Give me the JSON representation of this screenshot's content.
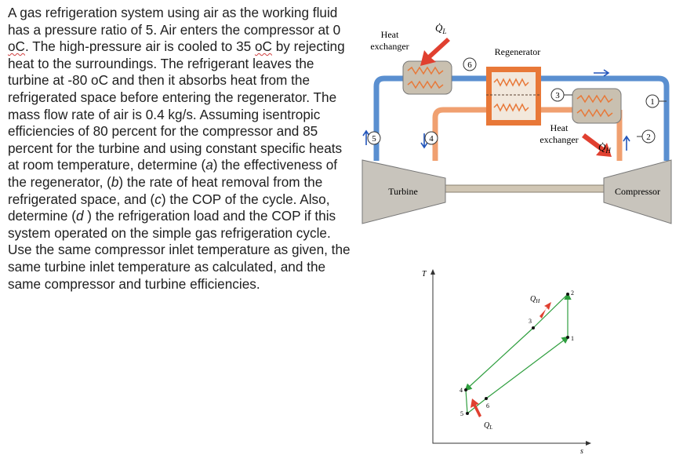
{
  "problem": {
    "text": [
      "A gas refrigeration system using air as the working fluid has a pressure ratio of 5. Air enters the compressor at 0 ",
      "oC",
      ". The high-pressure air is cooled to 35 ",
      "oC",
      " by rejecting heat to the surroundings. The refrigerant leaves the turbine at -80 oC and then it absorbs heat from the refrigerated space before entering the regenerator. The mass flow rate of air is 0.4 kg/s. Assuming isentropic efficiencies of 80 percent for the compressor and 85 percent for the turbine and using constant specific heats at room temperature, determine (",
      "a",
      ") the effectiveness of the regenerator, (",
      "b",
      ") the rate of heat removal from the refrigerated space, and (",
      "c",
      ") the COP of the cycle. Also, determine (",
      "d",
      " ) the refrigeration load and the COP if this system operated on the simple gas refrigeration cycle. Use the same compressor inlet temperature as given, the same turbine inlet temperature as calculated, and the same compressor and turbine efficiencies."
    ]
  },
  "schematic": {
    "heat_exchanger_left": [
      "Heat",
      "exchanger"
    ],
    "regenerator": "Regenerator",
    "heat_exchanger_right": [
      "Heat",
      "exchanger"
    ],
    "turbine": "Turbine",
    "compressor": "Compressor",
    "QL": "Q̇",
    "QL_sub": "L",
    "QH": "Q̇",
    "QH_sub": "H",
    "states": [
      "1",
      "2",
      "3",
      "4",
      "5",
      "6"
    ]
  },
  "ts_diagram": {
    "y_axis": "T",
    "x_axis": "s",
    "QH": "Q",
    "QH_sub": "H",
    "QL": "Q",
    "QL_sub": "L",
    "points": [
      "1",
      "2",
      "3",
      "4",
      "5",
      "6"
    ]
  },
  "colors": {
    "pipe_blue": "#5a8fd0",
    "pipe_orange": "#f0a070",
    "regenerator_frame": "#e87838",
    "cycle_green": "#2e9e3e",
    "arrow_red": "#e04030",
    "machine_gray": "#c8c4bc"
  }
}
